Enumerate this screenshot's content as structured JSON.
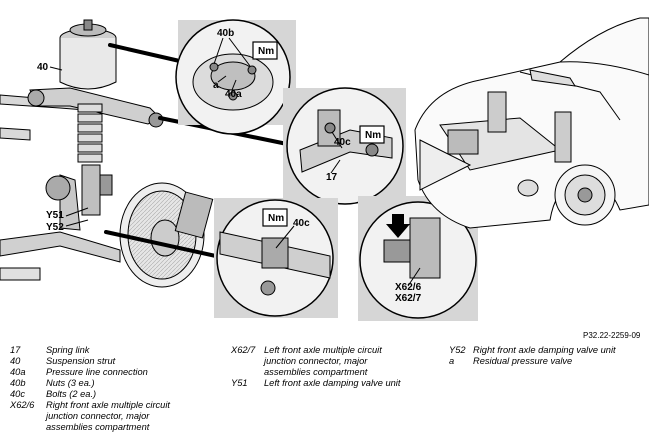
{
  "labels": {
    "l40_main": "40",
    "l40b": "40b",
    "la": "a",
    "l40a": "40a",
    "l40c_top": "40c",
    "l17": "17",
    "l40c_bottom": "40c",
    "ly51": "Y51",
    "ly52": "Y52",
    "lx626": "X62/6",
    "lx627": "X62/7",
    "nm": "Nm"
  },
  "reference_code": "P32.22-2259-09",
  "legend": {
    "col1": [
      {
        "code": "17",
        "desc": "Spring link"
      },
      {
        "code": "40",
        "desc": "Suspension strut"
      },
      {
        "code": "40a",
        "desc": "Pressure line connection"
      },
      {
        "code": "40b",
        "desc": "Nuts (3 ea.)"
      },
      {
        "code": "40c",
        "desc": "Bolts (2 ea.)"
      },
      {
        "code": "X62/6",
        "desc": "Right front axle multiple circuit junction connector, major assemblies compartment"
      }
    ],
    "col2": [
      {
        "code": "X62/7",
        "desc": "Left front axle multiple circuit junction connector, major assemblies compartment"
      },
      {
        "code": "Y51",
        "desc": "Left front axle damping valve unit"
      }
    ],
    "col3": [
      {
        "code": "Y52",
        "desc": "Right front axle damping valve unit"
      },
      {
        "code": "a",
        "desc": "Residual pressure valve"
      }
    ]
  }
}
